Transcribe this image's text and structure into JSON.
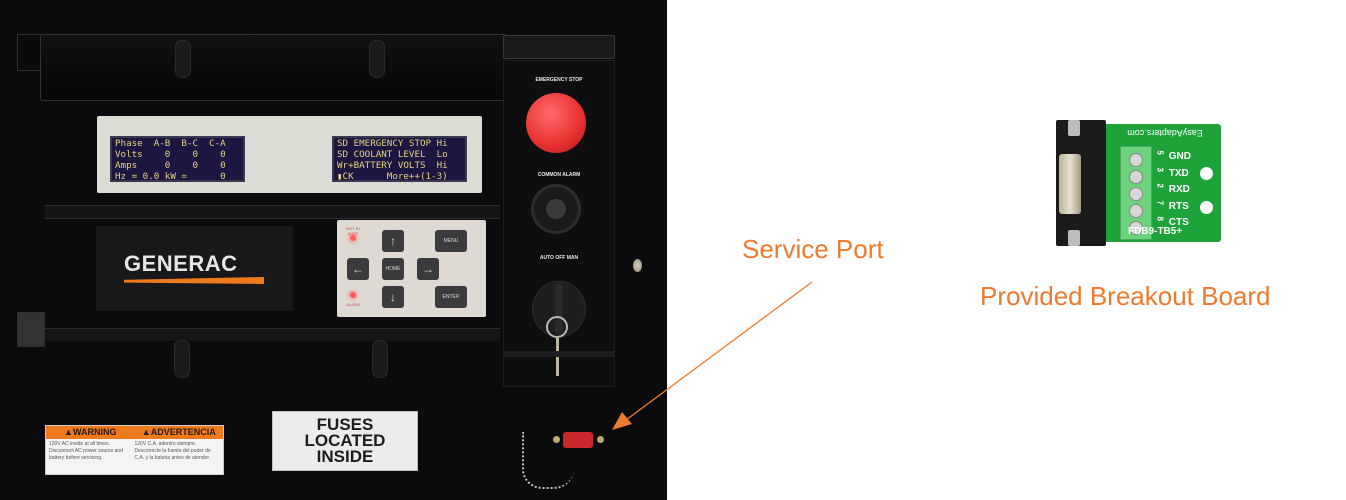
{
  "controller": {
    "brand": "GENERAC",
    "lcd_left": {
      "lines": [
        "Phase  A-B  B-C  C-A",
        "Volts    0    0    0",
        "Amps     0    0    0",
        "Hz = 0.0 kW =      0"
      ]
    },
    "lcd_right": {
      "lines": [
        "SD EMERGENCY STOP Hi",
        "SD COOLANT LEVEL  Lo",
        "Wr+BATTERY VOLTS  Hi",
        "▮CK      More++(1-3)"
      ]
    },
    "keypad": {
      "led_top_label": "NOT IN AUTO",
      "led_bottom_label": "ALARM",
      "keys": {
        "up": "↑",
        "down": "↓",
        "left": "←",
        "right": "→",
        "home": "HOME",
        "menu": "MENU",
        "enter": "ENTER"
      }
    },
    "emergency_stop_label": "EMERGENCY STOP",
    "common_alarm_label": "COMMON ALARM",
    "mode_switch_label": "AUTO  OFF  MAN",
    "warning_label": {
      "left_head": "▲WARNING",
      "right_head": "▲ADVERTENCIA",
      "left_body": "120V AC inside at all times. Disconnect AC power source and battery before servicing.",
      "right_body": "120V C.A. adentro siempre. Desconecte la fuente del poder de C.A. y la bateria antes de atender."
    },
    "fuses_label": [
      "FUSES",
      "LOCATED",
      "INSIDE"
    ]
  },
  "annotations": {
    "service_port": "Service Port",
    "breakout_board": "Provided Breakout Board",
    "accent_color": "#ef7a2d"
  },
  "breakout_board": {
    "brand": "EasyAdapters.com",
    "model": "FDB9-TB5+",
    "pins": [
      {
        "num": "5",
        "name": "GND"
      },
      {
        "num": "3",
        "name": "TXD"
      },
      {
        "num": "2",
        "name": "RXD"
      },
      {
        "num": "7",
        "name": "RTS"
      },
      {
        "num": "8",
        "name": "CTS"
      }
    ]
  }
}
